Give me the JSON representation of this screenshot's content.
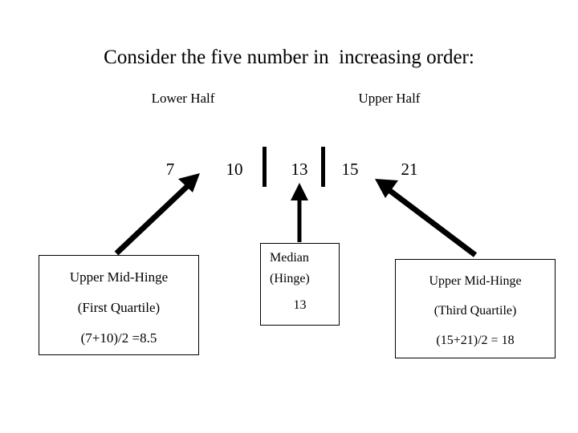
{
  "slide": {
    "title": "Consider the five number in  increasing order:",
    "background_color": "#ffffff",
    "ink_color": "#000000"
  },
  "half_labels": {
    "lower": "Lower\nHalf",
    "upper": "Upper\nHalf"
  },
  "number_line": {
    "values": [
      "7",
      "10",
      "13",
      "15",
      "21"
    ],
    "divider_count": 2
  },
  "boxes": {
    "left": {
      "line1": "Upper Mid-Hinge",
      "line2": "(First Quartile)",
      "line3": "(7+10)/2 =8.5"
    },
    "middle": {
      "line1": "Median",
      "line2": "(Hinge)",
      "line3": "13"
    },
    "right": {
      "line1": "Upper Mid-Hinge",
      "line2": "(Third Quartile)",
      "line3": "(15+21)/2 = 18"
    }
  },
  "arrows": {
    "left": "arrow-up-right-icon",
    "middle": "arrow-up-icon",
    "right": "arrow-up-left-icon"
  }
}
